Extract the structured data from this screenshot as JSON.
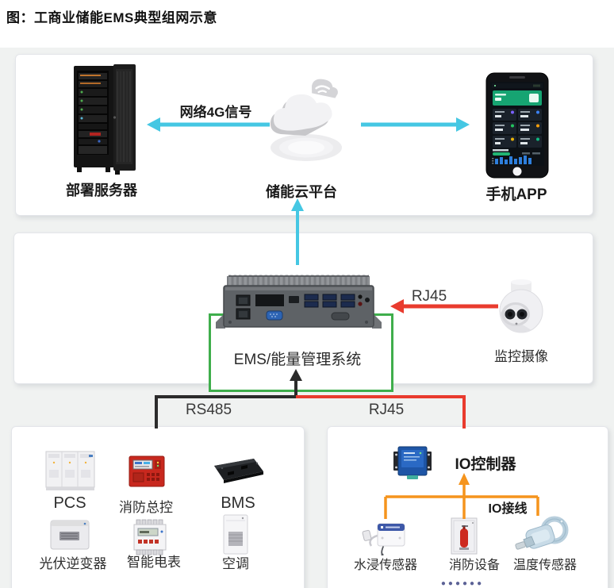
{
  "title": "图：工商业储能EMS典型组网示意",
  "cloud_layer": {
    "server_label": "部署服务器",
    "signal_label": "网络4G信号",
    "cloud_label": "储能云平台",
    "app_label": "手机APP"
  },
  "ems_layer": {
    "ems_label": "EMS/能量管理系统",
    "camera_link_label": "RJ45",
    "camera_label": "监控摄像"
  },
  "links": {
    "rs485_label": "RS485",
    "rj45_label": "RJ45"
  },
  "device_layer": {
    "pcs_label": "PCS",
    "fire_control_label": "消防总控",
    "bms_label": "BMS",
    "pv_inverter_label": "光伏逆变器",
    "smart_meter_label": "智能电表",
    "air_conditioner_label": "空调"
  },
  "io_layer": {
    "controller_label": "IO控制器",
    "wiring_label": "IO接线",
    "water_sensor_label": "水浸传感器",
    "fire_device_label": "消防设备",
    "temp_sensor_label": "温度传感器",
    "more_dots": "●●●●●●"
  },
  "colors": {
    "cyan_arrow": "#45c7e3",
    "red_arrow": "#e93b2e",
    "green_border": "#3fae4c",
    "orange_line": "#f5941d",
    "black_line": "#2b2b2b",
    "dots": "#5c6296"
  }
}
